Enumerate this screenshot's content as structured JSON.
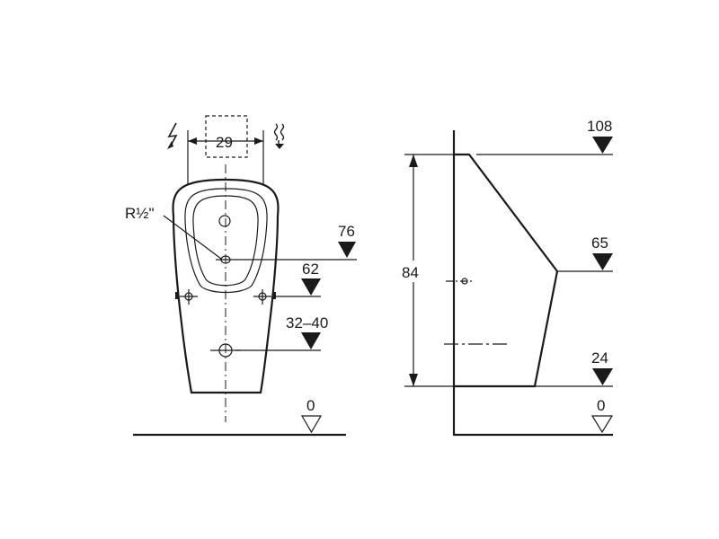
{
  "front_view": {
    "width_label": "29",
    "connection_label": "R½\"",
    "level_76": "76",
    "level_62": "62",
    "level_32_40": "32–40",
    "floor_label": "0",
    "icons": [
      "power-supply-icon",
      "water-supply-icon"
    ]
  },
  "side_view": {
    "height_label": "84",
    "level_108": "108",
    "level_65": "65",
    "level_24": "24",
    "floor_label": "0"
  }
}
